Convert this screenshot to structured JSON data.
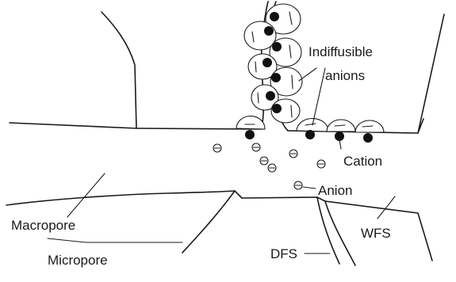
{
  "labels": {
    "indiffusible_anions_line1": "Indiffusible",
    "indiffusible_anions_line2": "anions",
    "cation": "Cation",
    "anion": "Anion",
    "macropore": "Macropore",
    "micropore": "Micropore",
    "dfs": "DFS",
    "wfs": "WFS"
  },
  "symbols": {
    "anion_symbol": "⊖",
    "minus_sign": "−"
  }
}
